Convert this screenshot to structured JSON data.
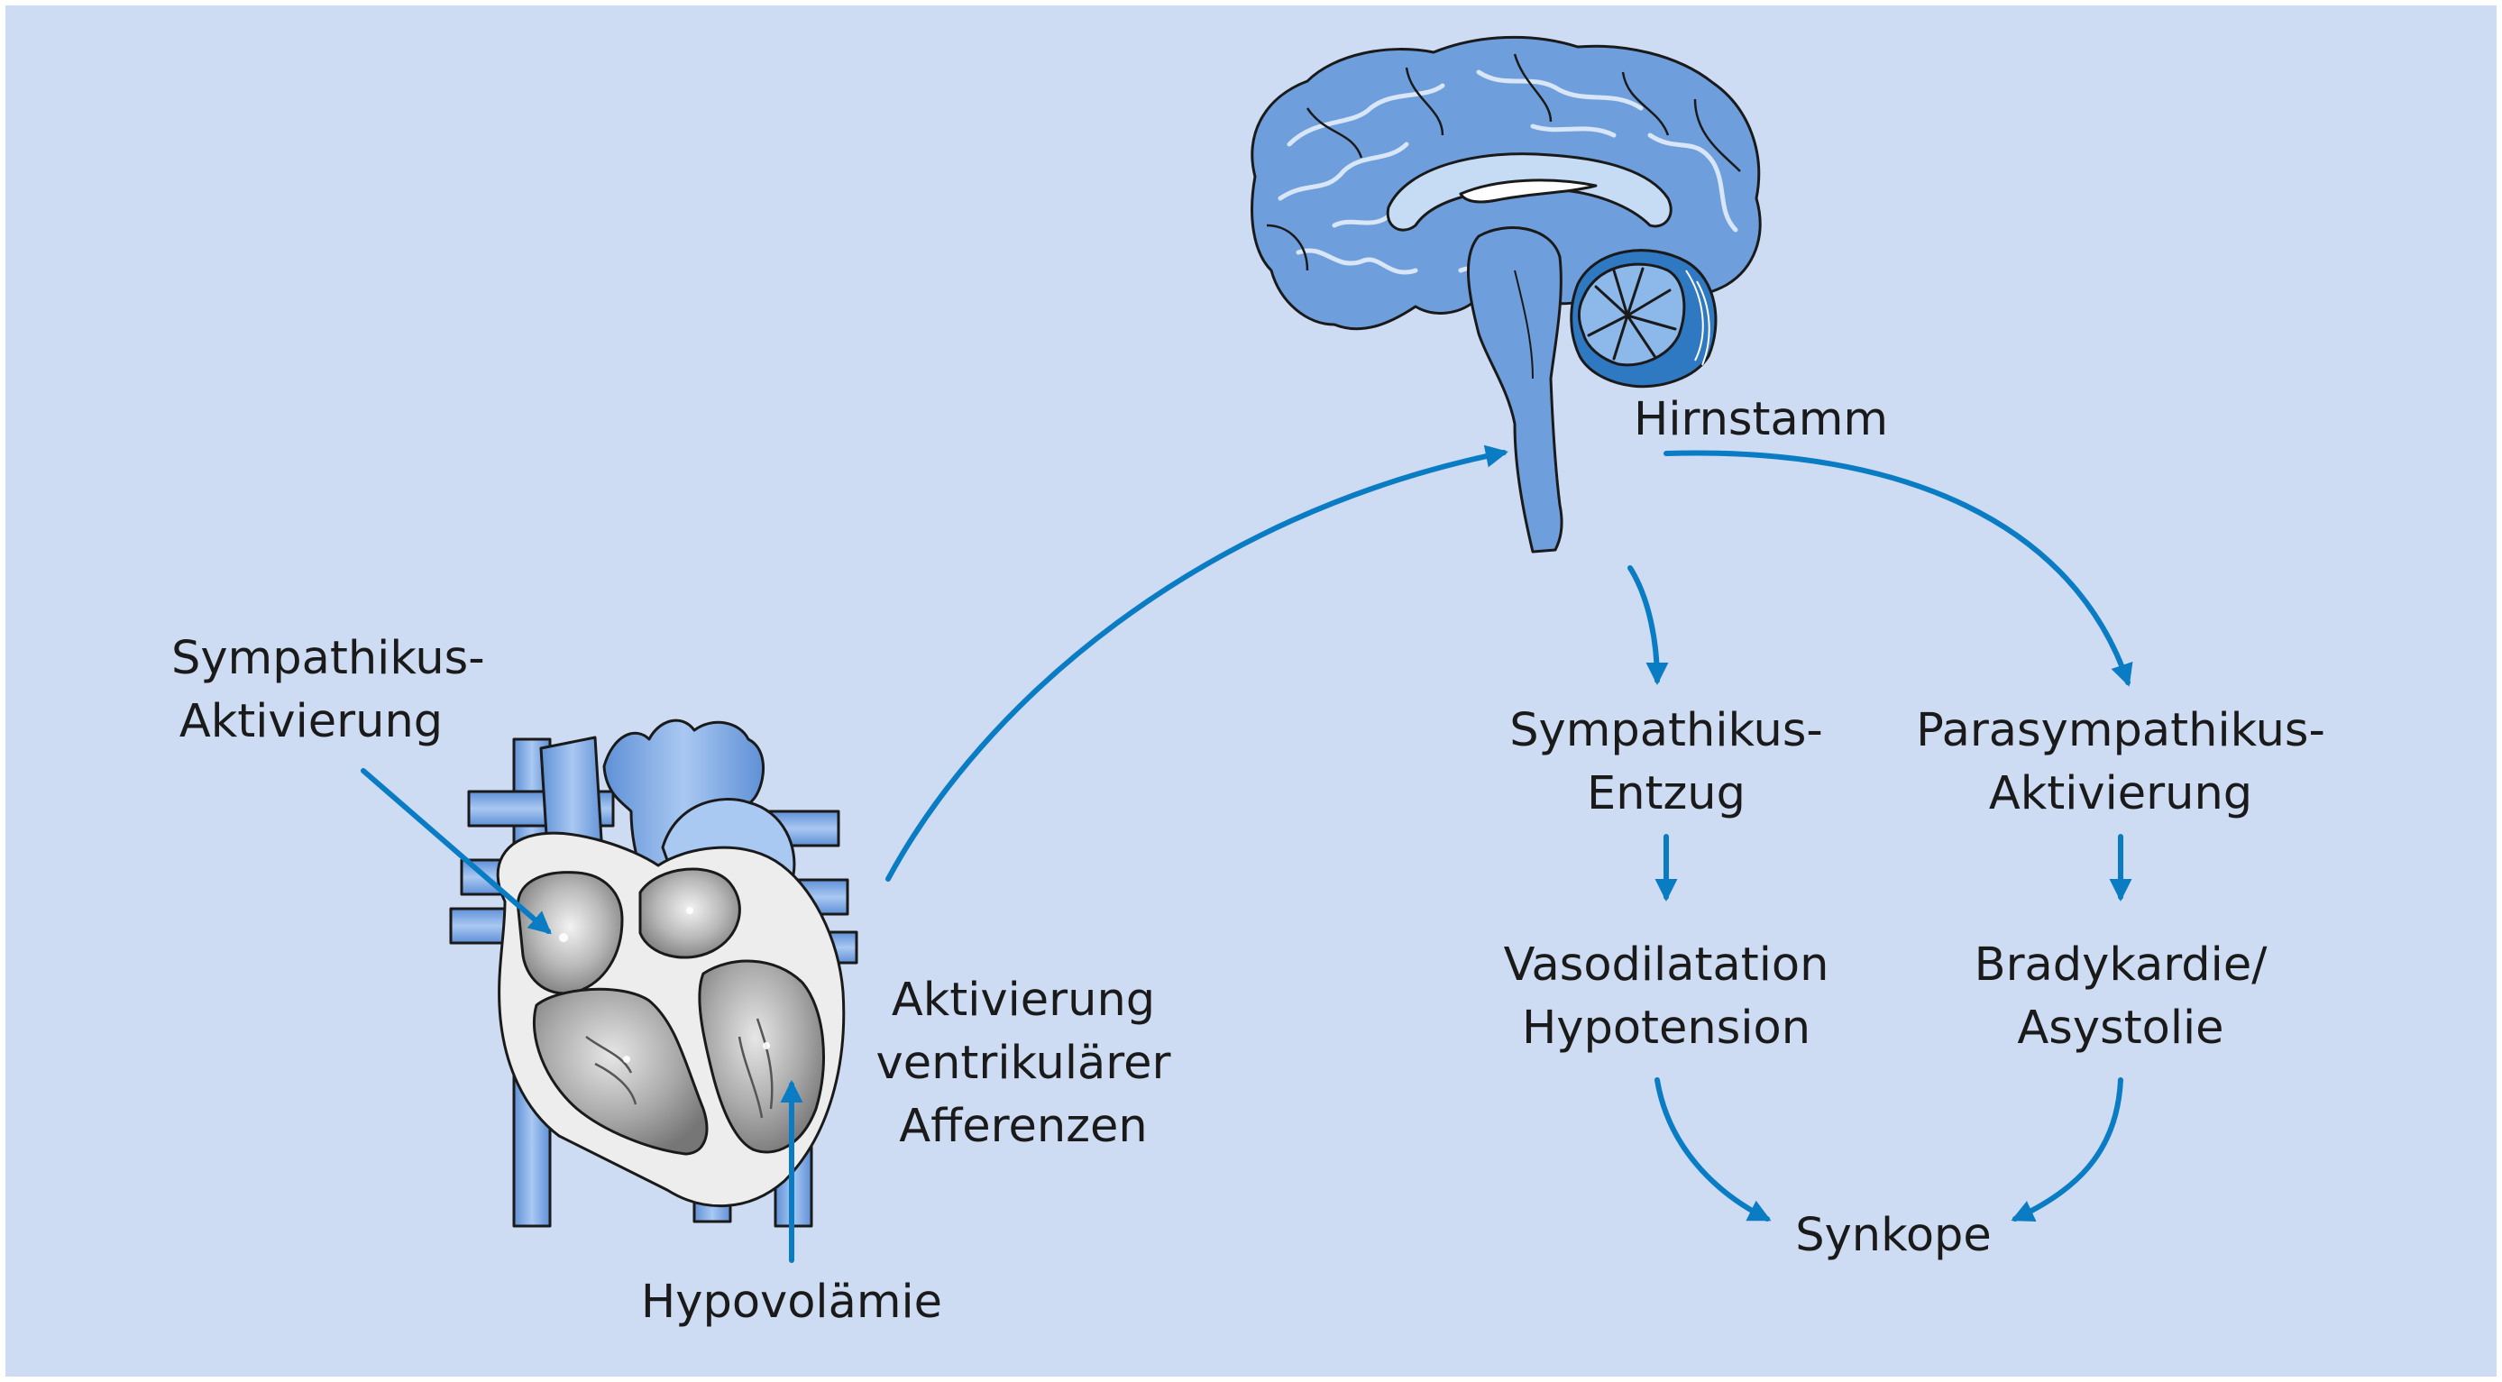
{
  "colors": {
    "background": "#cddcf2",
    "arrow": "#0a7cc4",
    "brain": "#6e9fdc",
    "vessel": "#8ab4ea",
    "heart_gray": "#b8b8b8",
    "text": "#1a1a1a"
  },
  "illustrations": {
    "brain": "brain-sagittal-section",
    "heart": "heart-cross-section"
  },
  "labels": {
    "hirnstamm": "Hirnstamm",
    "sympathikus_aktivierung": [
      "Sympathikus-",
      "Aktivierung"
    ],
    "aktivierung_afferenzen": [
      "Aktivierung",
      "ventrikulärer",
      "Afferenzen"
    ],
    "hypovolaemie": "Hypovolämie",
    "sympathikus_entzug": [
      "Sympathikus-",
      "Entzug"
    ],
    "parasympathikus_aktivierung": [
      "Parasympathikus-",
      "Aktivierung"
    ],
    "vasodilatation": [
      "Vasodilatation",
      "Hypotension"
    ],
    "bradykardie": [
      "Bradykardie/",
      "Asystolie"
    ],
    "synkope": "Synkope"
  }
}
